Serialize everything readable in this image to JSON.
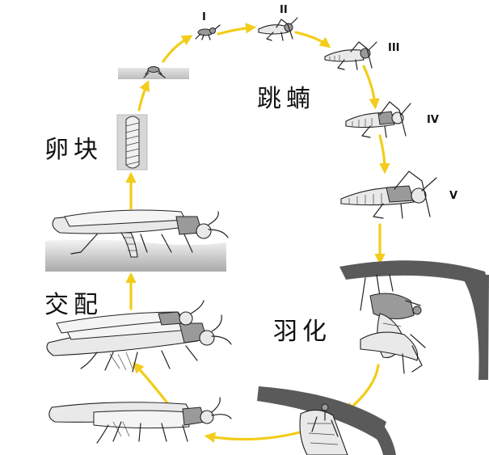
{
  "labels": {
    "egg_pod": "卵块",
    "nymph": "跳蝻",
    "molt": "羽化",
    "mating": "交配"
  },
  "instars": [
    "I",
    "II",
    "III",
    "IV",
    "V"
  ],
  "colors": {
    "arrow": "#f2cd1a",
    "branch": "#5a5a5a",
    "ground": "#c8c8c8"
  }
}
